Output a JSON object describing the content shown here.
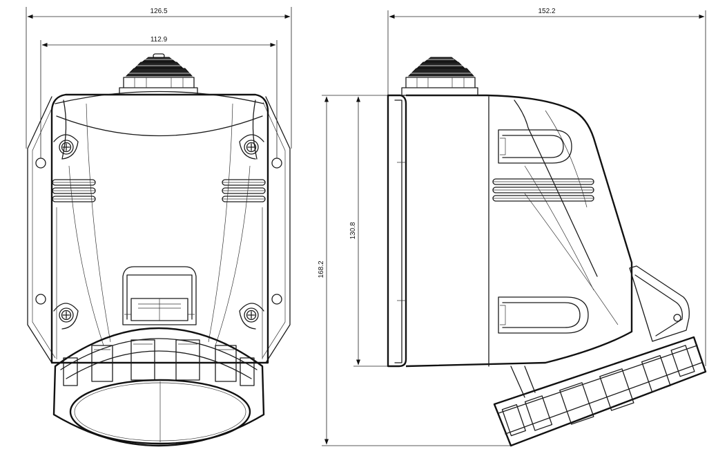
{
  "dimensions": {
    "front_overall_width": "126.5",
    "front_mount_width": "112.9",
    "side_overall_depth": "152.2",
    "side_mount_height": "130.8",
    "side_overall_height": "168.2"
  },
  "colors": {
    "line": "#1a1a1a",
    "background": "#ffffff"
  }
}
